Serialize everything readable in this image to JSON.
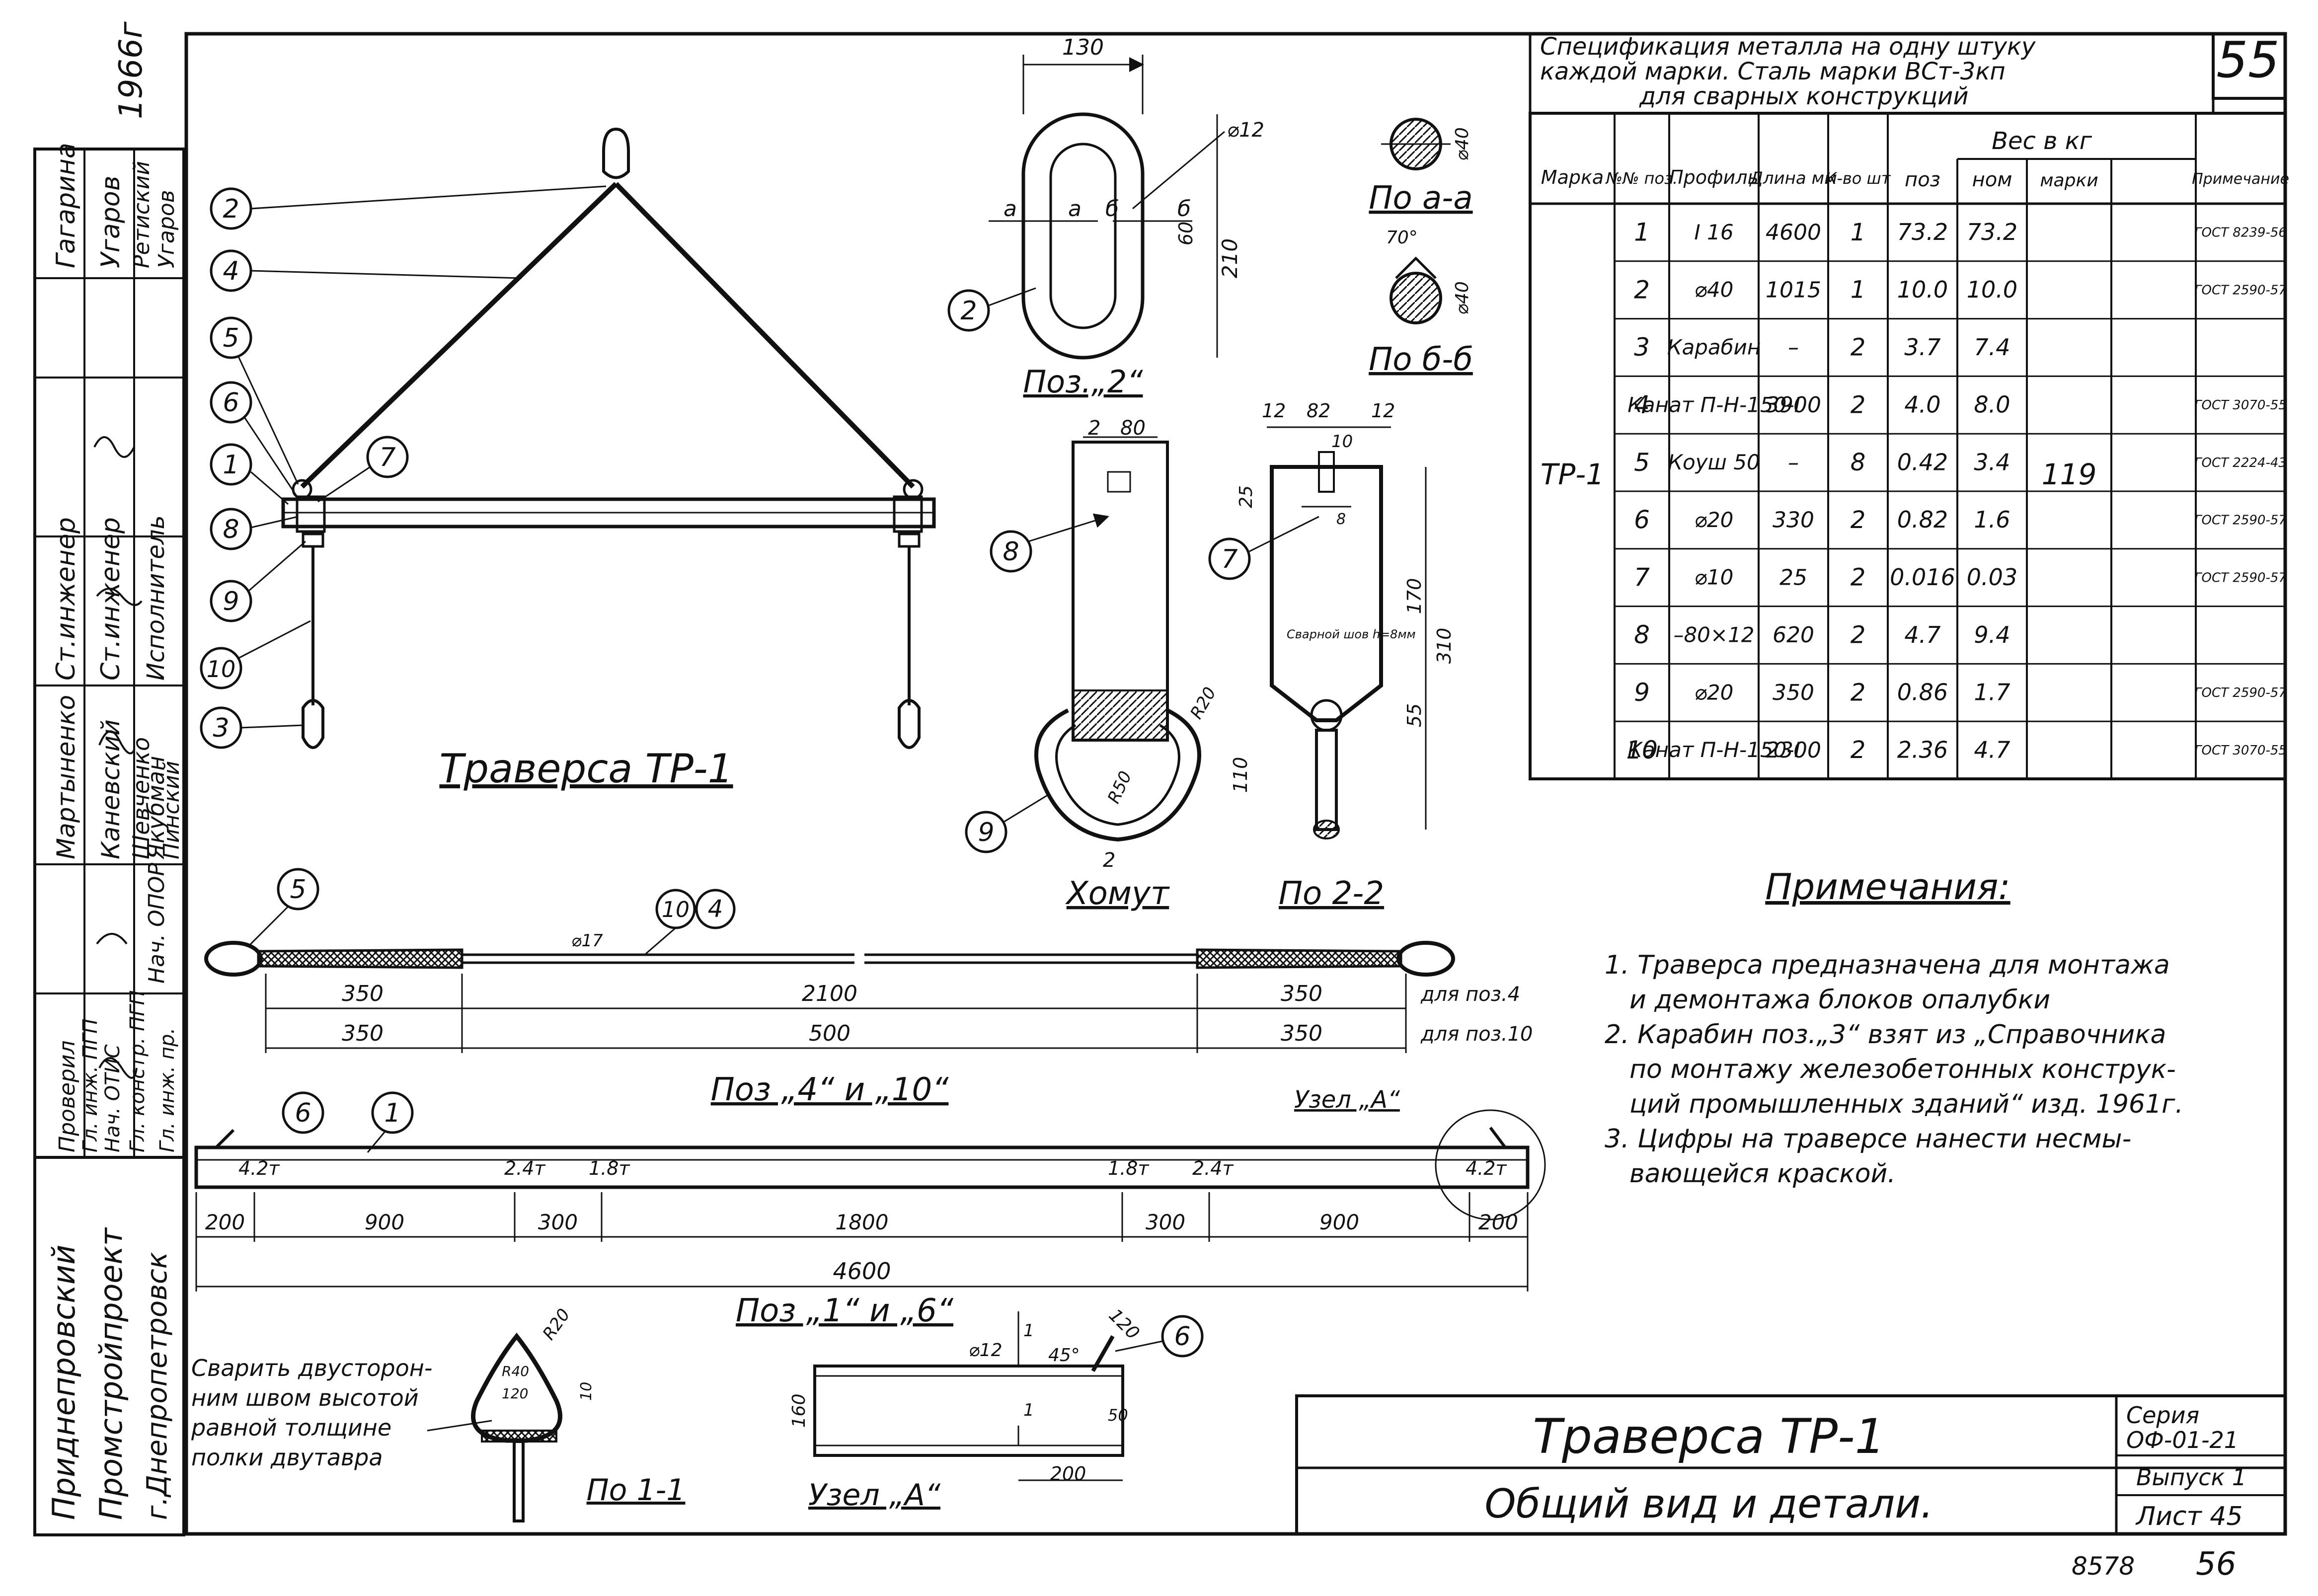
{
  "sheet_number": "55",
  "year_mark": "1966г",
  "stamp": {
    "roles": [
      "Ст.инженер",
      "Ст.инженер",
      "Исполнитель",
      "Проверил",
      "Гл. инж. пр.",
      "Нач. ОПОР",
      "Гл. констр. ПГП",
      "Нач. ОТИС",
      "Гл. инж. ПГП"
    ],
    "names": [
      "Гагарина",
      "Угаров",
      "Ретиский",
      "Угаров",
      "Мартыненко",
      "Каневский",
      "Шевченко",
      "Якубман",
      "Пинский"
    ],
    "organization": [
      "Приднепровский",
      "Промстройпроект",
      "г.Днепропетровск"
    ]
  },
  "main_view": {
    "title": "Траверса ТР-1",
    "callouts": [
      "2",
      "4",
      "5",
      "6",
      "1",
      "7",
      "8",
      "9",
      "10",
      "3"
    ]
  },
  "pos2_view": {
    "title": "Поз.„2“",
    "dims": [
      "130",
      "⌀12",
      "а",
      "а",
      "б",
      "б",
      "210",
      "60"
    ],
    "callout": "2"
  },
  "section_aa": {
    "title": "По а-а",
    "dim": "⌀40"
  },
  "section_bb": {
    "title": "По б-б",
    "dims": [
      "70°",
      "⌀40"
    ]
  },
  "clamp_view": {
    "title": "Хомут",
    "dims": [
      "2",
      "80",
      "2",
      "R50",
      "R20"
    ],
    "callouts": [
      "8",
      "9"
    ]
  },
  "section_22": {
    "title": "По 2-2",
    "dims": [
      "12",
      "82",
      "12",
      "10",
      "25",
      "8",
      "170",
      "310",
      "55",
      "110",
      "Сварной шов h=8мм"
    ],
    "callout": "7"
  },
  "spec_table": {
    "title_lines": [
      "Спецификация металла на одну штуку",
      "каждой марки. Сталь марки ВСт-3кп",
      "для сварных конструкций"
    ],
    "headers": [
      "Марка",
      "№№ поз.",
      "Профиль",
      "Длина мм",
      "К-во шт",
      "поз",
      "ном",
      "марки",
      "Примечание"
    ],
    "weight_header": "Вес в кг",
    "mark": "ТР-1",
    "mark_total": "119",
    "rows": [
      [
        "1",
        "I 16",
        "4600",
        "1",
        "73.2",
        "73.2",
        "ГОСТ 8239-56"
      ],
      [
        "2",
        "⌀40",
        "1015",
        "1",
        "10.0",
        "10.0",
        "ГОСТ 2590-57"
      ],
      [
        "3",
        "Карабин",
        "–",
        "2",
        "3.7",
        "7.4",
        ""
      ],
      [
        "4",
        "Канат П-Н-150-I",
        "3900",
        "2",
        "4.0",
        "8.0",
        "ГОСТ 3070-55"
      ],
      [
        "5",
        "Коуш 50",
        "–",
        "8",
        "0.42",
        "3.4",
        "ГОСТ 2224-43"
      ],
      [
        "6",
        "⌀20",
        "330",
        "2",
        "0.82",
        "1.6",
        "ГОСТ 2590-57"
      ],
      [
        "7",
        "⌀10",
        "25",
        "2",
        "0.016",
        "0.03",
        "ГОСТ 2590-57"
      ],
      [
        "8",
        "–80×12",
        "620",
        "2",
        "4.7",
        "9.4",
        ""
      ],
      [
        "9",
        "⌀20",
        "350",
        "2",
        "0.86",
        "1.7",
        "ГОСТ 2590-57"
      ],
      [
        "10",
        "Канат П-Н-150-I",
        "2300",
        "2",
        "2.36",
        "4.7",
        "ГОСТ 3070-55"
      ]
    ]
  },
  "notes": {
    "title": "Примечания:",
    "items": [
      "1. Траверса предназначена для монтажа",
      "и демонтажа блоков опалубки",
      "2. Карабин поз.„3“ взят из „Справочника",
      "по монтажу железобетонных конструк-",
      "ций промышленных зданий“ изд. 1961г.",
      "3. Цифры на траверсе нанести несмы-",
      "вающейся краской."
    ]
  },
  "rope_view": {
    "title": "Поз „4“ и „10“",
    "callouts": [
      "5",
      "10",
      "4"
    ],
    "diameter": "⌀17",
    "dims_top": [
      "350",
      "2100",
      "350"
    ],
    "dims_bottom": [
      "350",
      "500",
      "350"
    ],
    "labels": [
      "для поз.4",
      "для поз.10"
    ]
  },
  "beam_view": {
    "title": "Поз „1“ и „6“",
    "node_label": "Узел „А“",
    "callouts": [
      "6",
      "1"
    ],
    "marks": [
      "4.2т",
      "2.4т",
      "1.8т",
      "1.8т",
      "2.4т",
      "4.2т"
    ],
    "dims": [
      "200",
      "900",
      "300",
      "1800",
      "300",
      "900",
      "200"
    ],
    "total": "4600"
  },
  "section_11": {
    "title": "По 1-1",
    "weld_note": [
      "Сварить двусторон-",
      "ним швом высотой",
      "равной толщине",
      "полки двутавра"
    ],
    "dims": [
      "R20",
      "R40",
      "120",
      "10"
    ]
  },
  "node_a": {
    "title": "Узел „А“",
    "dims": [
      "⌀12",
      "1",
      "45°",
      "120",
      "160",
      "50",
      "200",
      "1"
    ],
    "callout": "6"
  },
  "title_block": {
    "name": "Траверса ТР-1",
    "subtitle": "Общий вид и детали.",
    "series_label": "Серия",
    "series_code": "ОФ-01-21",
    "issue": "Выпуск 1",
    "sheet": "Лист 45",
    "bottom_codes": [
      "8578",
      "56"
    ]
  }
}
